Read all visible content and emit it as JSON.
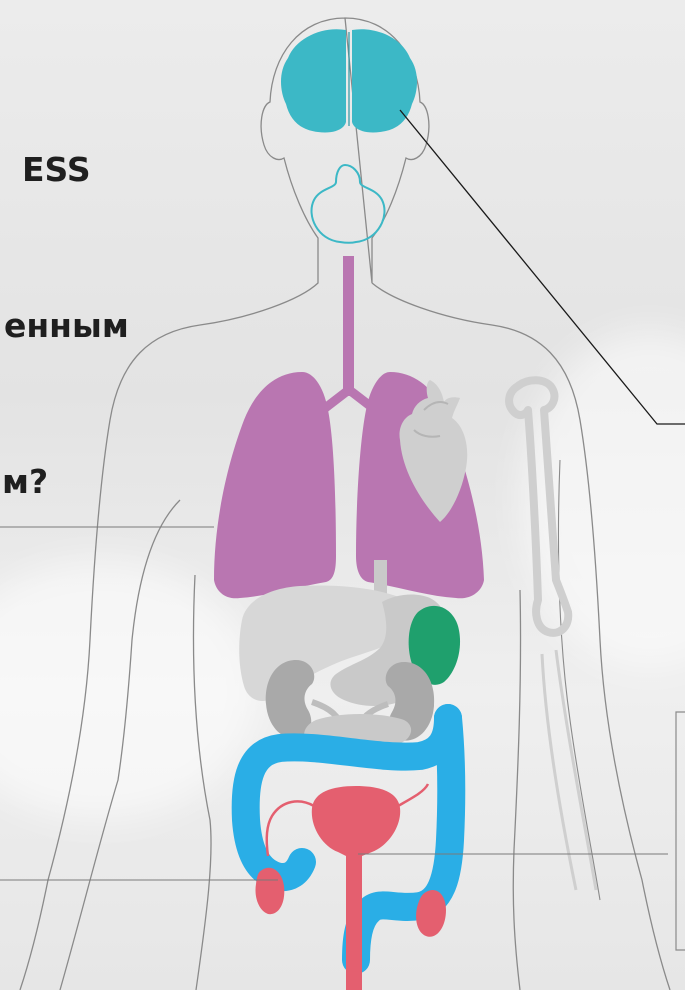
{
  "headline": {
    "line1": "ESS",
    "line2": "енным",
    "line3": "м?"
  },
  "colors": {
    "background": "#e9e9e9",
    "body_outline": "#8a8a8a",
    "brain": "#3cb8c6",
    "thyroid_outline": "#3cb8c6",
    "lungs_trachea": "#b976b1",
    "heart": "#cfcfcf",
    "bone": "#cfcfcf",
    "liver_stomach": "#d7d7d7",
    "kidneys": "#a9a9a9",
    "spleen": "#1fa06d",
    "colon": "#2aaee6",
    "reproductive": "#e45f6f",
    "leader_lines": "#1a1a1a"
  },
  "icons": [
    "brain-icon",
    "lungs-icon",
    "heart-icon",
    "bone-icon",
    "colon-icon"
  ]
}
